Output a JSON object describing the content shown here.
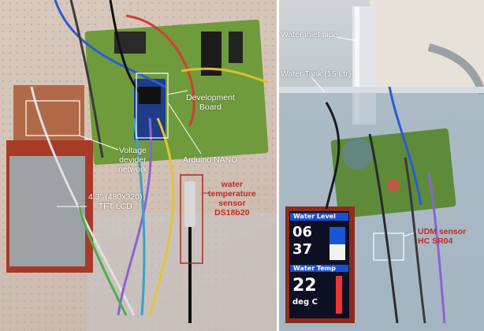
{
  "left_photo": {
    "labels": {
      "development_board": "Development\nBoard",
      "voltage_divider": "Voltage\ndevider\nnetwork",
      "arduino_nano": "Arduino NANO",
      "tft_lcd": "4.3\" (480x320)\nTFT LCD",
      "temp_sensor": "water\ntemperature\nsensor\nDS18b20"
    }
  },
  "right_photo": {
    "labels": {
      "water_inlet_pipe": "Water inlet pipe",
      "water_tank": "Water Tank (15 Ltr)",
      "udm_sensor": "UDM sensor\nHC SR04"
    },
    "lcd": {
      "level_title": "Water Level",
      "value_top": "06",
      "value_bottom": "37",
      "temp_title": "Water Temp",
      "temp_value": "22",
      "temp_unit": "deg C"
    }
  },
  "colors": {
    "label_red": "#c62828",
    "label_white": "#ffffff",
    "pcb_green": "#6f9b3c",
    "lcd_blue": "#1c4fd0"
  }
}
